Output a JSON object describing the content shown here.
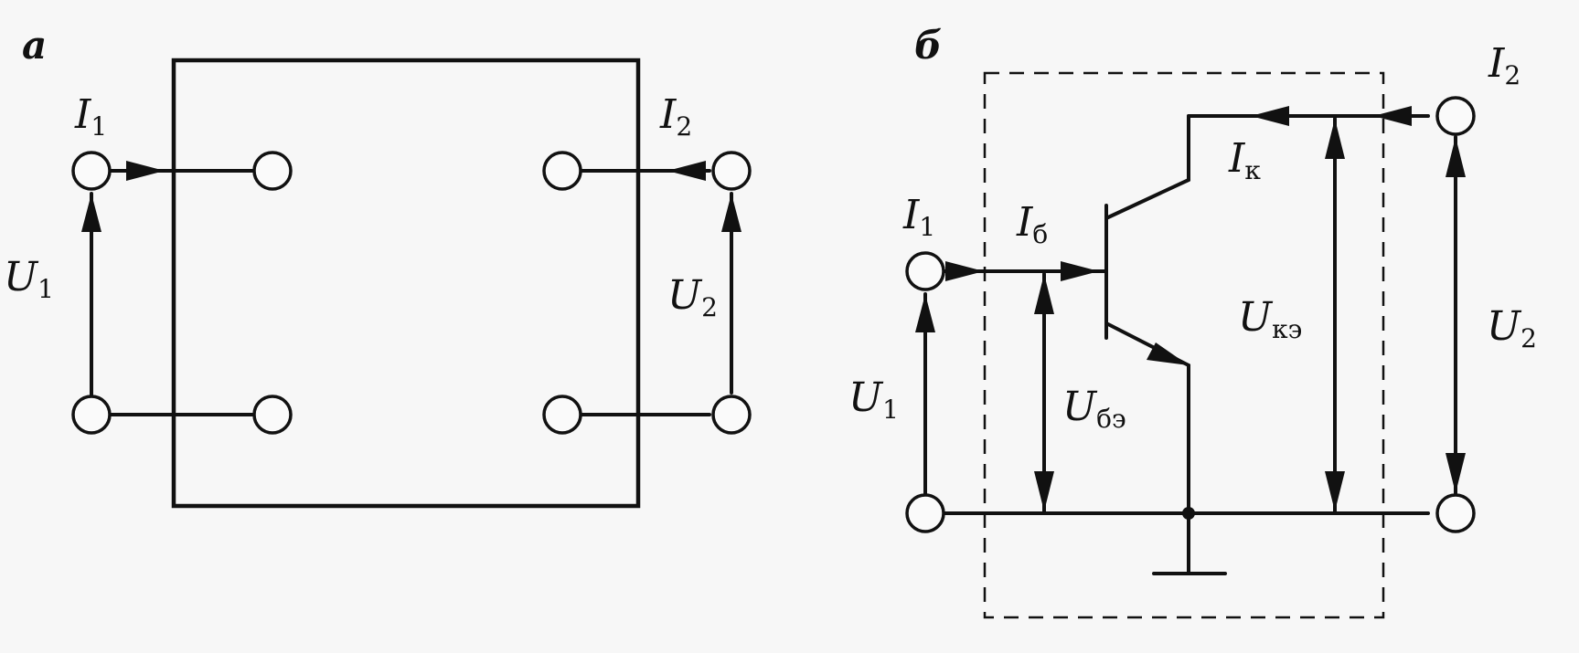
{
  "panels": {
    "a": {
      "letter": "а",
      "I1": {
        "sym": "I",
        "sub": "1"
      },
      "I2": {
        "sym": "I",
        "sub": "2"
      },
      "U1": {
        "sym": "U",
        "sub": "1"
      },
      "U2": {
        "sym": "U",
        "sub": "2"
      }
    },
    "b": {
      "letter": "б",
      "I1": {
        "sym": "I",
        "sub": "1"
      },
      "I2": {
        "sym": "I",
        "sub": "2"
      },
      "Ib": {
        "sym": "I",
        "sub": "б"
      },
      "Ik": {
        "sym": "I",
        "sub": "к"
      },
      "U1": {
        "sym": "U",
        "sub": "1"
      },
      "U2": {
        "sym": "U",
        "sub": "2"
      },
      "Ube": {
        "sym": "U",
        "sub": "бэ"
      },
      "Uke": {
        "sym": "U",
        "sub": "кэ"
      }
    }
  }
}
